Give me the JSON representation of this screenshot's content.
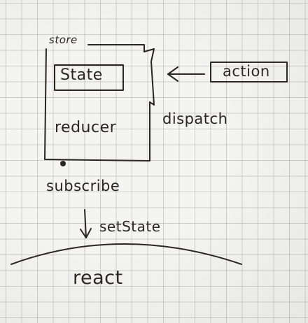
{
  "diagram": {
    "store_label": "store",
    "state_label": "State",
    "action_label": "action",
    "dispatch_label": "dispatch",
    "reducer_label": "reducer",
    "subscribe_label": "subscribe",
    "setstate_label": "setState",
    "react_label": "react"
  },
  "colors": {
    "ink": "#2a2622",
    "paper": "#f4f4f2",
    "grid": "#969696"
  }
}
